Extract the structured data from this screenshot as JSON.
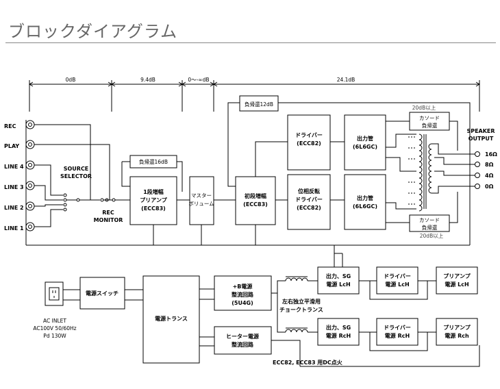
{
  "header": {
    "title": "ブロックダイアグラム"
  },
  "gains": {
    "g1": "0dB",
    "g2": "9.4dB",
    "g3": "0～-∞dB",
    "g4": "24.1dB"
  },
  "inputs": [
    "REC",
    "PLAY",
    "LINE 4",
    "LINE 3",
    "LINE 2",
    "LINE 1"
  ],
  "selector": {
    "l1": "SOURCE",
    "l2": "SELECTOR"
  },
  "rec_monitor": {
    "l1": "REC",
    "l2": "MONITOR"
  },
  "blocks": {
    "nf16": "負帰還16dB",
    "nf12": "負帰還12dB",
    "pre1": "1段増幅",
    "pre2": "プリアンプ",
    "pre3": "(ECC83)",
    "vol1": "マスター",
    "vol2": "ボリューム",
    "first1": "初段増幅",
    "first2": "(ECC83)",
    "drv1": "ドライバー",
    "drv2": "(ECC82)",
    "pi1": "位相反転",
    "pi2": "ドライバー",
    "pi3": "(ECC82)",
    "out1": "出力管",
    "out2": "(6L6GC)",
    "cath1": "カソード",
    "cath2": "負帰還",
    "over20a": "20dB以上",
    "over20b": "20dB以上"
  },
  "speaker": {
    "l1": "SPEAKER",
    "l2": "OUTPUT",
    "taps": [
      "16Ω",
      "8Ω",
      "4Ω",
      "0Ω"
    ]
  },
  "power": {
    "ac1": "AC INLET",
    "ac2": "AC100V 50/60Hz",
    "ac3": "Pd 130W",
    "switch": "電源スイッチ",
    "trans": "電源トランス",
    "b1": "+B電源",
    "b2": "整流回路",
    "b3": "(5U4G)",
    "heat1": "ヒーター電源",
    "heat2": "整流回路",
    "choke1": "左右独立平滑用",
    "choke2": "チョークトランス",
    "dc": "ECC82, ECC83  用DC点火",
    "outL1": "出力、SG",
    "outL2": "電源 LcH",
    "drvL1": "ドライバー",
    "drvL2": "電源 LcH",
    "preL1": "プリアンプ",
    "preL2": "電源 LcH",
    "outR1": "出力、SG",
    "outR2": "電源 RcH",
    "drvR1": "ドライバー",
    "drvR2": "電源 RcH",
    "preR1": "プリアンプ",
    "preR2": "電源 Rch"
  }
}
